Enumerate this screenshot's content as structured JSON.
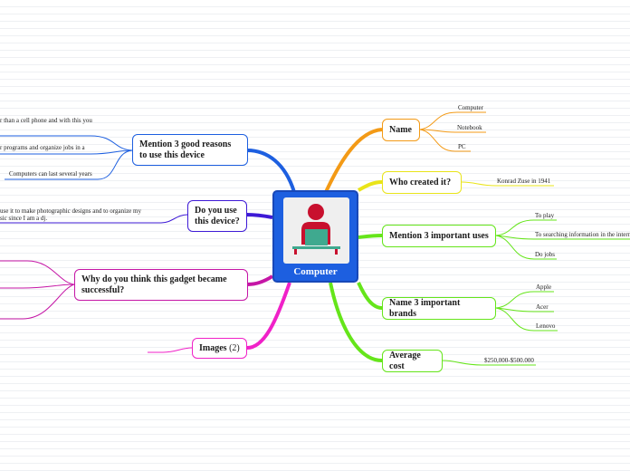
{
  "central": {
    "title": "Computer"
  },
  "colors": {
    "orange": "#f39a16",
    "yellow": "#e9e419",
    "green": "#65e51a",
    "blue": "#1d5fe0",
    "purple": "#3e1ad6",
    "magenta": "#c516a6",
    "pink": "#f021c8",
    "center": "#1d5fe0",
    "figure_red": "#c8102e",
    "laptop_teal": "#3fa98f"
  },
  "central_icon": "person-at-computer-icon",
  "topics": {
    "name": {
      "label": "Name",
      "leaves": [
        "Computer",
        "Notebook",
        "PC"
      ]
    },
    "who_created": {
      "label": "Who created it?",
      "leaves": [
        "Konrad Zuse in 1941"
      ]
    },
    "uses": {
      "label": "Mention 3 important uses",
      "leaves": [
        "To play",
        "To searching information in the internet",
        "Do jobs"
      ]
    },
    "brands": {
      "label": "Name 3 important brands",
      "leaves": [
        "Apple",
        "Acer",
        "Lenovo"
      ]
    },
    "cost": {
      "label": "Average cost",
      "leaves": [
        "$250,000-$500.000"
      ]
    },
    "reasons": {
      "label": "Mention 3 good reasons to use this device",
      "leaves": [
        "r than a cell phone and with this you",
        "r programs and organize jobs in a",
        "Computers can last several years"
      ]
    },
    "do_you_use": {
      "label": "Do you use this device?",
      "leaves": [
        "use it to make photographic designs and to organize my",
        "sic since I am a dj."
      ]
    },
    "successful": {
      "label": "Why do you think this gadget became successful?"
    },
    "images": {
      "label": "Images",
      "count": "(2)"
    }
  }
}
